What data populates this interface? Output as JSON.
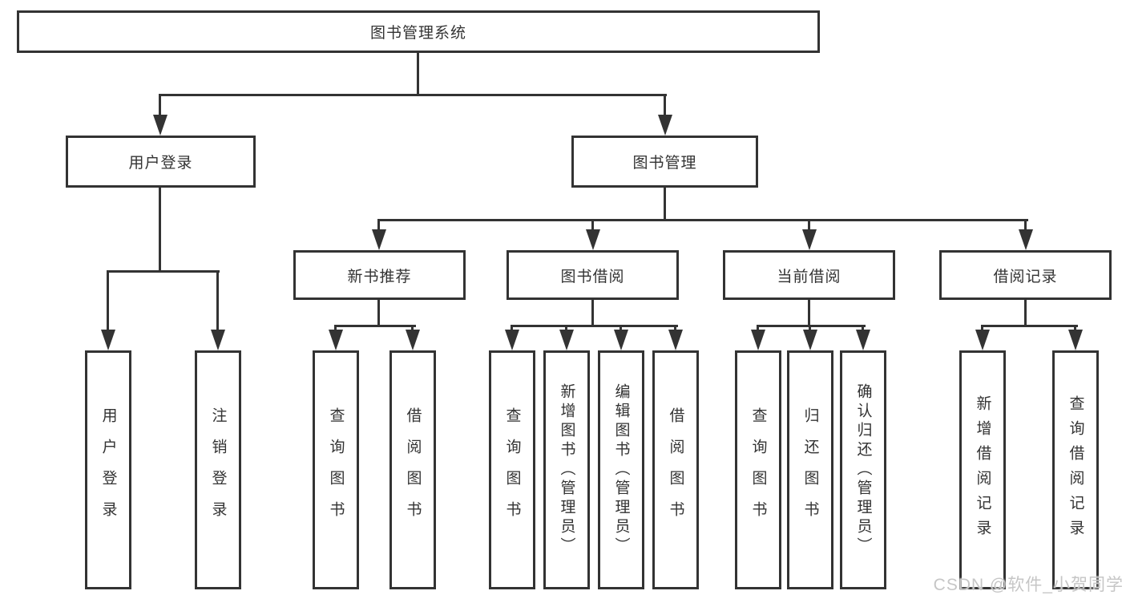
{
  "diagram": {
    "root": "图书管理系统",
    "level2": {
      "user_login": "用户登录",
      "book_mgmt": "图书管理"
    },
    "level3": {
      "new_books": "新书推荐",
      "book_borrow": "图书借阅",
      "current_borrow": "当前借阅",
      "borrow_records": "借阅记录"
    },
    "leaves": {
      "user_login": [
        "用户登录",
        "注销登录"
      ],
      "new_books": [
        "查询图书",
        "借阅图书"
      ],
      "book_borrow": [
        "查询图书",
        "新增图书（管理员）",
        "编辑图书（管理员）",
        "借阅图书"
      ],
      "current_borrow": [
        "查询图书",
        "归还图书",
        "确认归还（管理员）"
      ],
      "borrow_records": [
        "新增借阅记录",
        "查询借阅记录"
      ]
    }
  },
  "watermark": "CSDN @软件_小贺同学",
  "colors": {
    "line": "#333333",
    "text": "#333333",
    "watermark": "#c6c6c6",
    "background": "#ffffff"
  }
}
